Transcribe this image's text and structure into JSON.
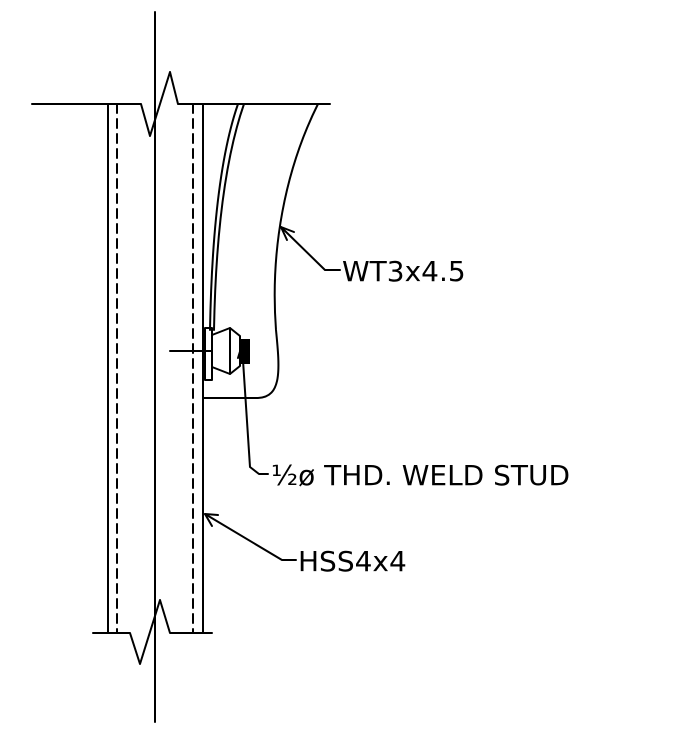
{
  "colors": {
    "line": "#000000",
    "background": "#ffffff"
  },
  "labels": {
    "wt_member": "WT3x4.5",
    "weld_stud": "½ø THD. WELD STUD",
    "hss_member": "HSS4x4"
  },
  "icons": {
    "break_symbol": "break-line-icon",
    "nut": "hex-nut-icon",
    "weld": "weld-stud-icon",
    "leader_arrow": "arrowhead-icon"
  }
}
